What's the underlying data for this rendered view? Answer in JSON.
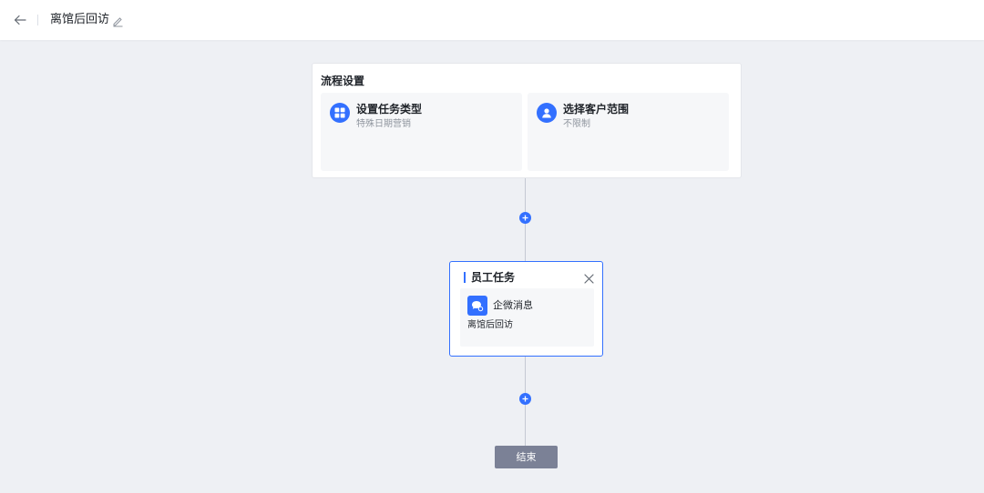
{
  "header": {
    "title": "离馆后回访",
    "back_icon": "arrow-left-icon",
    "edit_icon": "pencil-icon"
  },
  "flow_settings": {
    "title": "流程设置",
    "items": [
      {
        "label": "设置任务类型",
        "sub": "特殊日期营销",
        "icon": "grid-icon"
      },
      {
        "label": "选择客户范围",
        "sub": "不限制",
        "icon": "user-icon"
      }
    ]
  },
  "task_node": {
    "title": "员工任务",
    "message_type": "企微消息",
    "message_content": "离馆后回访",
    "icon": "chat-bubble-icon"
  },
  "end_node": {
    "label": "结束"
  },
  "colors": {
    "accent": "#3370ff",
    "background": "#eef0f4",
    "end_button": "#7b8196"
  }
}
